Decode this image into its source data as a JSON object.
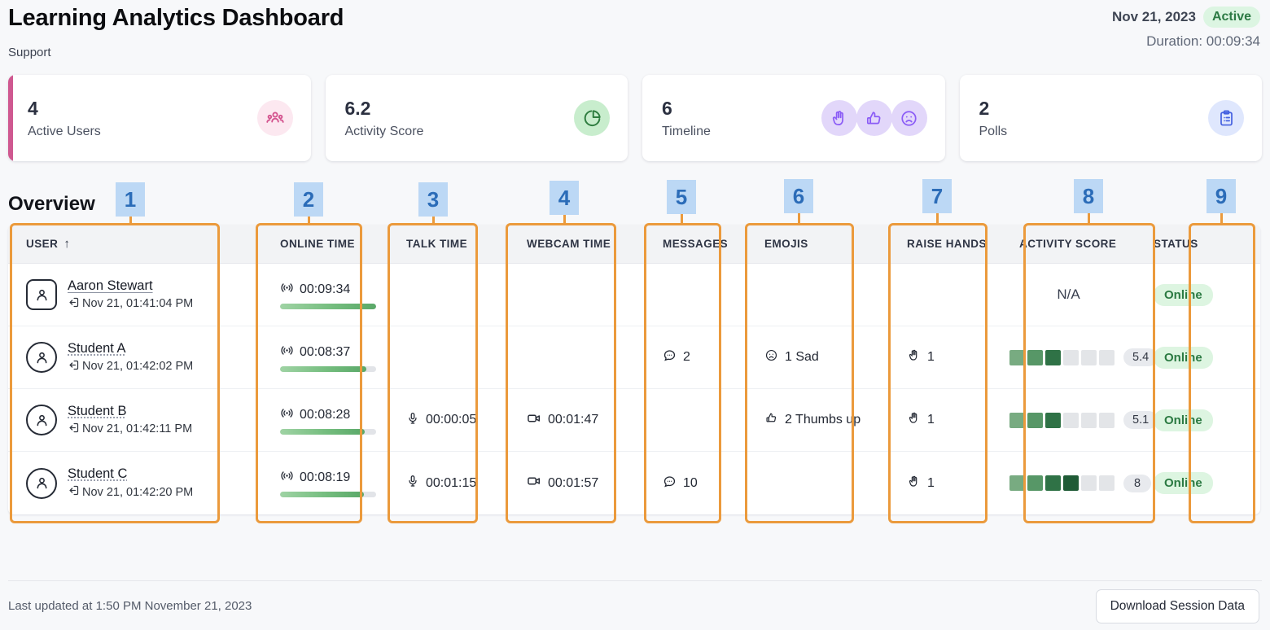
{
  "header": {
    "title": "Learning Analytics Dashboard",
    "subtitle": "Support",
    "date": "Nov 21, 2023",
    "status_badge": "Active",
    "duration": "Duration: 00:09:34"
  },
  "cards": [
    {
      "value": "4",
      "label": "Active Users",
      "icon": "users-icon",
      "accent": "#cf5890",
      "icon_bg": "#fce8f0"
    },
    {
      "value": "6.2",
      "label": "Activity Score",
      "icon": "pie-chart-icon",
      "accent": "#2f7d40",
      "icon_bg": "#c8edcd"
    },
    {
      "value": "6",
      "label": "Timeline",
      "icon": "raise-hand-icon,thumbs-up-icon,sad-face-icon",
      "accent": "#8b5cf6",
      "icon_bg": "#e2d7fa"
    },
    {
      "value": "2",
      "label": "Polls",
      "icon": "clipboard-icon",
      "accent": "#4561e0",
      "icon_bg": "#dfe7fd"
    }
  ],
  "overview": {
    "title": "Overview",
    "columns": [
      {
        "label": "USER",
        "sort": "↑"
      },
      {
        "label": "ONLINE TIME"
      },
      {
        "label": "TALK TIME"
      },
      {
        "label": "WEBCAM TIME"
      },
      {
        "label": "MESSAGES"
      },
      {
        "label": "EMOJIS"
      },
      {
        "label": "RAISE HANDS"
      },
      {
        "label": "ACTIVITY SCORE"
      },
      {
        "label": "STATUS"
      }
    ],
    "rows": [
      {
        "name": "Aaron Stewart",
        "avatar": "moderator-square-avatar",
        "name_underline": "solid",
        "joined": "Nov 21, 01:41:04 PM",
        "online_time": "00:09:34",
        "online_pct": 100,
        "talk_time": "",
        "webcam_time": "",
        "messages": "",
        "emojis": "",
        "raise_hands": "",
        "activity_score": "N/A",
        "activity_filled": 0,
        "activity_total": 6,
        "status": "Online"
      },
      {
        "name": "Student A",
        "avatar": "viewer-circle-avatar",
        "name_underline": "dotted",
        "joined": "Nov 21, 01:42:02 PM",
        "online_time": "00:08:37",
        "online_pct": 90,
        "talk_time": "",
        "webcam_time": "",
        "messages": "2",
        "emojis": "1 Sad",
        "emoji_icon": "sad-face-icon",
        "raise_hands": "1",
        "activity_score": "5.4",
        "activity_filled": 3,
        "activity_total": 6,
        "status": "Online"
      },
      {
        "name": "Student B",
        "avatar": "viewer-circle-avatar",
        "name_underline": "dotted",
        "joined": "Nov 21, 01:42:11 PM",
        "online_time": "00:08:28",
        "online_pct": 88,
        "talk_time": "00:00:05",
        "webcam_time": "00:01:47",
        "messages": "",
        "emojis": "2 Thumbs up",
        "emoji_icon": "thumbs-up-icon",
        "raise_hands": "1",
        "activity_score": "5.1",
        "activity_filled": 3,
        "activity_total": 6,
        "status": "Online"
      },
      {
        "name": "Student C",
        "avatar": "viewer-circle-avatar",
        "name_underline": "dotted",
        "joined": "Nov 21, 01:42:20 PM",
        "online_time": "00:08:19",
        "online_pct": 87,
        "talk_time": "00:01:15",
        "webcam_time": "00:01:57",
        "messages": "10",
        "emojis": "",
        "raise_hands": "1",
        "activity_score": "8",
        "activity_filled": 4,
        "activity_total": 6,
        "status": "Online"
      }
    ]
  },
  "annotations": {
    "color_box": "#eb9a3c",
    "color_badge_bg": "#bcd8f5",
    "color_badge_text": "#2b6cb8",
    "numbers": [
      "1",
      "2",
      "3",
      "4",
      "5",
      "6",
      "7",
      "8",
      "9"
    ]
  },
  "footer": {
    "last_updated": "Last updated at 1:50 PM November 21, 2023",
    "download_label": "Download Session Data"
  }
}
